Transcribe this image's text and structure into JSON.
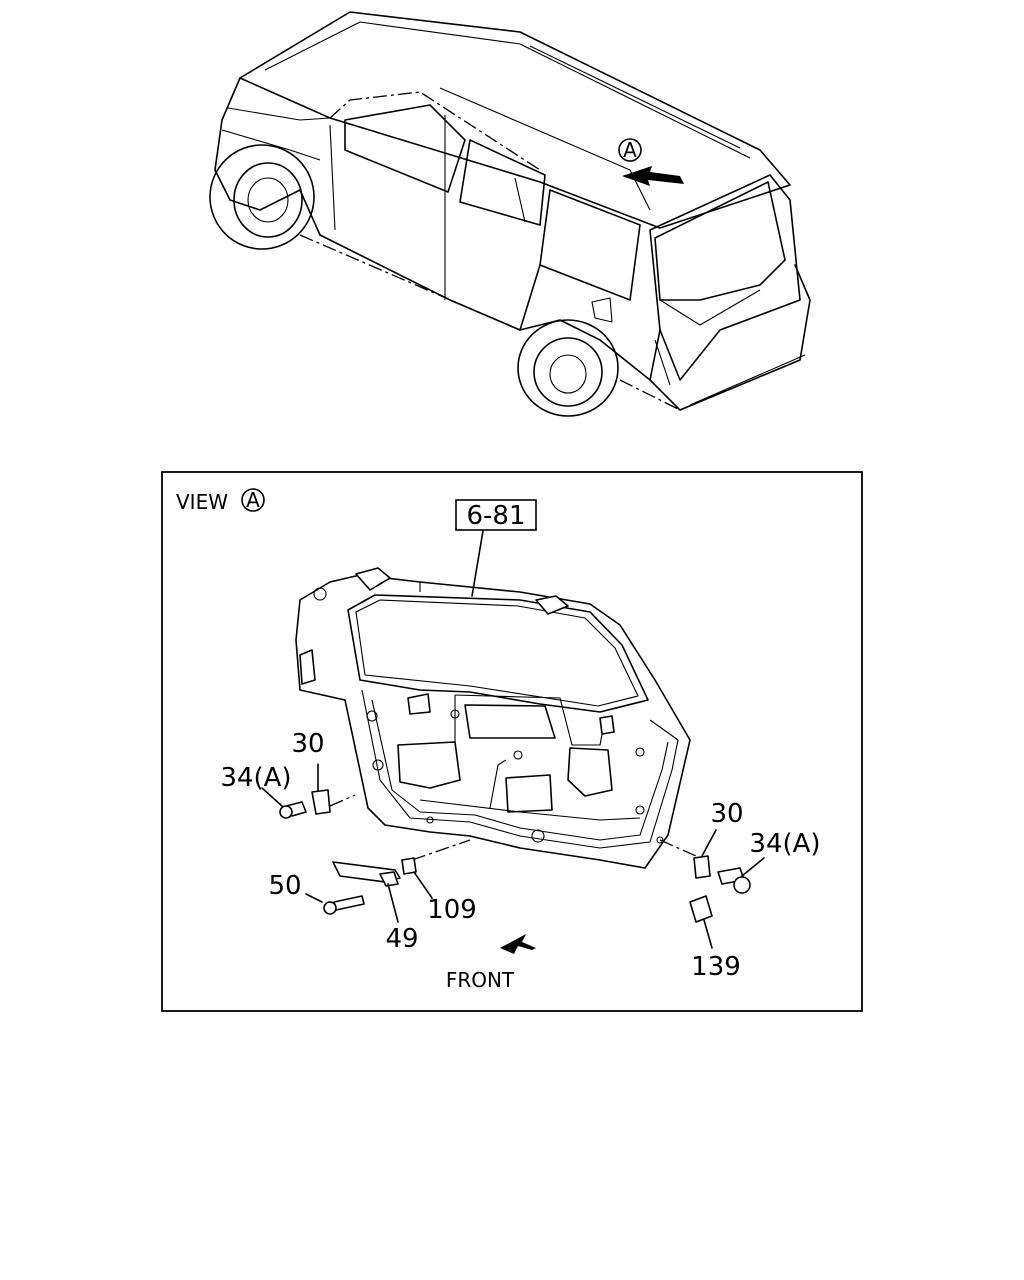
{
  "top_view": {
    "callout_letter": "A"
  },
  "view_panel": {
    "title": "VIEW",
    "title_circle_letter": "A",
    "assembly_ref": "6-81",
    "front_label": "FRONT",
    "callouts": {
      "c30_left": "30",
      "c34a_left": "34(A)",
      "c50": "50",
      "c49": "49",
      "c109": "109",
      "c30_right": "30",
      "c34a_right": "34(A)",
      "c139": "139"
    }
  }
}
